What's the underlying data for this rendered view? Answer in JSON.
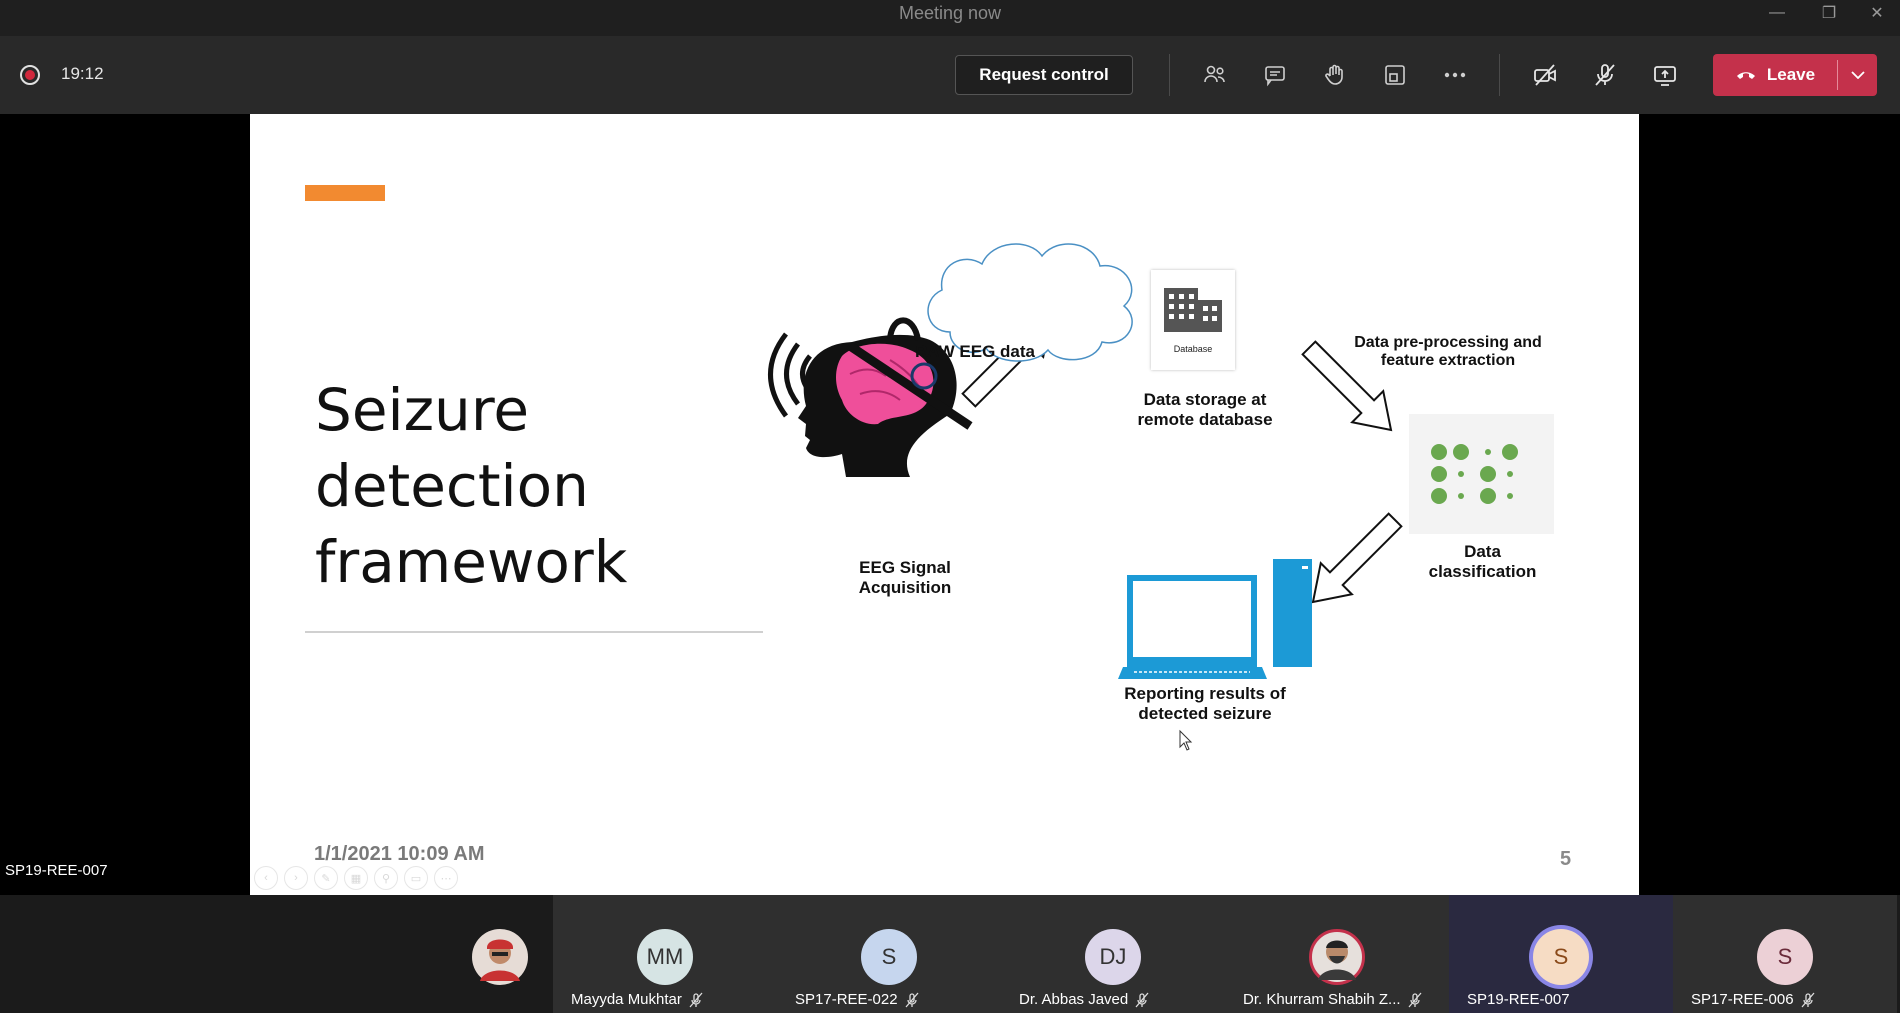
{
  "window": {
    "title": "Meeting now"
  },
  "toolbar": {
    "timer": "19:12",
    "request_control_label": "Request control",
    "leave_label": "Leave"
  },
  "slide": {
    "title_lines": [
      "Seizure",
      "detection",
      "framework"
    ],
    "labels": {
      "raw_eeg": "RAW EEG data",
      "eeg_acquisition": "EEG Signal Acquisition",
      "storage": "Data storage at remote database",
      "database_caption": "Database",
      "preprocessing": "Data pre-processing and feature extraction",
      "classification": "Data classification",
      "reporting": "Reporting results of detected seizure"
    },
    "date": "1/1/2021 10:09 AM",
    "page_number": "5"
  },
  "presenter_tag": "SP19-REE-007",
  "participants": [
    {
      "name": "",
      "initials": "",
      "avatar_color": "#e8d4c8",
      "photo": true
    },
    {
      "name": "Mayyda Mukhtar",
      "initials": "MM",
      "avatar_color": "#d6e4e4",
      "muted": true
    },
    {
      "name": "SP17-REE-022",
      "initials": "S",
      "avatar_color": "#c6d6ee",
      "muted": true
    },
    {
      "name": "Dr. Abbas Javed",
      "initials": "DJ",
      "avatar_color": "#dcd6ea",
      "muted": true
    },
    {
      "name": "Dr. Khurram Shabih Z...",
      "initials": "",
      "avatar_color": "#e6e0dc",
      "photo": true,
      "muted": true
    },
    {
      "name": "SP19-REE-007",
      "initials": "S",
      "avatar_color": "#f6dcc4",
      "active": true
    },
    {
      "name": "SP17-REE-006",
      "initials": "S",
      "avatar_color": "#ecd0d6",
      "muted": true
    }
  ],
  "colors": {
    "leave": "#c4314b",
    "accent": "#f28a30",
    "active_ring": "#8a86e6"
  }
}
